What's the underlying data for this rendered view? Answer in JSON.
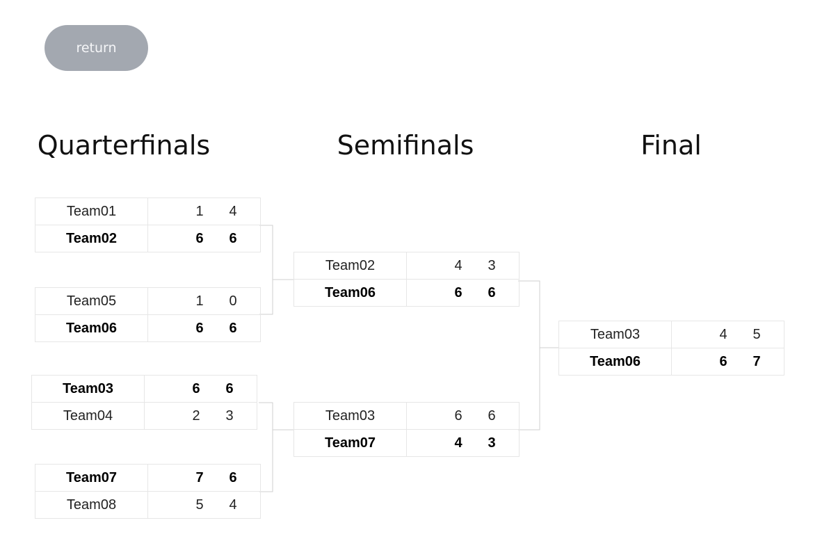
{
  "return_label": "return",
  "rounds": [
    {
      "title": "Quarterfinals"
    },
    {
      "title": "Semifinals"
    },
    {
      "title": "Final"
    }
  ],
  "matches": {
    "qf1": {
      "rows": [
        {
          "team": "Team01",
          "s1": "1",
          "s2": "4",
          "winner": false
        },
        {
          "team": "Team02",
          "s1": "6",
          "s2": "6",
          "winner": true
        }
      ]
    },
    "qf2": {
      "rows": [
        {
          "team": "Team05",
          "s1": "1",
          "s2": "0",
          "winner": false
        },
        {
          "team": "Team06",
          "s1": "6",
          "s2": "6",
          "winner": true
        }
      ]
    },
    "qf3": {
      "rows": [
        {
          "team": "Team03",
          "s1": "6",
          "s2": "6",
          "winner": true
        },
        {
          "team": "Team04",
          "s1": "2",
          "s2": "3",
          "winner": false
        }
      ]
    },
    "qf4": {
      "rows": [
        {
          "team": "Team07",
          "s1": "7",
          "s2": "6",
          "winner": true
        },
        {
          "team": "Team08",
          "s1": "5",
          "s2": "4",
          "winner": false
        }
      ]
    },
    "sf1": {
      "rows": [
        {
          "team": "Team02",
          "s1": "4",
          "s2": "3",
          "winner": false
        },
        {
          "team": "Team06",
          "s1": "6",
          "s2": "6",
          "winner": true
        }
      ]
    },
    "sf2": {
      "rows": [
        {
          "team": "Team03",
          "s1": "6",
          "s2": "6",
          "winner": false
        },
        {
          "team": "Team07",
          "s1": "4",
          "s2": "3",
          "winner": true
        }
      ]
    },
    "final": {
      "rows": [
        {
          "team": "Team03",
          "s1": "4",
          "s2": "5",
          "winner": false
        },
        {
          "team": "Team06",
          "s1": "6",
          "s2": "7",
          "winner": true
        }
      ]
    }
  }
}
